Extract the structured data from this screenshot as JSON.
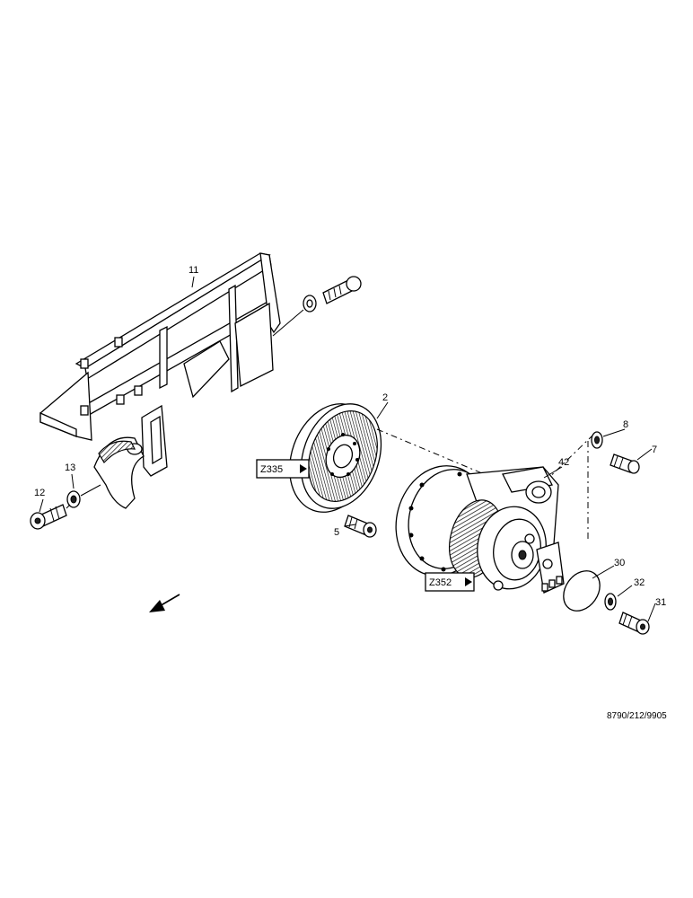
{
  "callouts": {
    "c11": "11",
    "c2": "2",
    "c8": "8",
    "c7": "7",
    "c42": "42",
    "c13": "13",
    "c12": "12",
    "c5": "5",
    "c30": "30",
    "c32": "32",
    "c31": "31"
  },
  "references": {
    "z335": "Z335",
    "z352": "Z352"
  },
  "drawing_code": "8790/212/9905"
}
